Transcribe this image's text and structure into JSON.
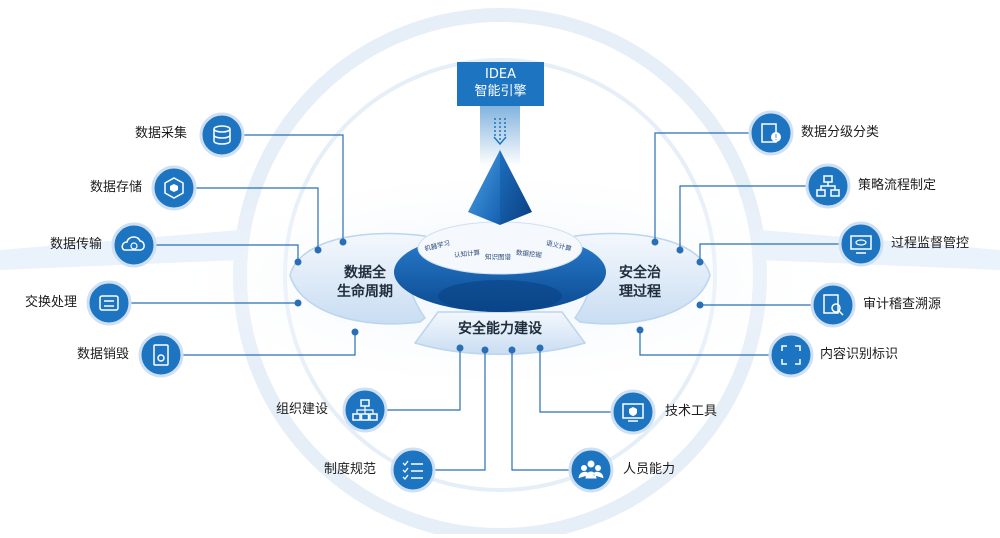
{
  "engine": {
    "line1": "IDEA",
    "line2": "智能引擎"
  },
  "ring_tags": [
    "机器学习",
    "认知计算",
    "知识图谱",
    "数据挖掘",
    "语义计算"
  ],
  "left_panel": {
    "line1": "数据全",
    "line2": "生命周期"
  },
  "right_panel": {
    "line1": "安全治",
    "line2": "理过程"
  },
  "bottom_panel": {
    "label": "安全能力建设"
  },
  "left_items": [
    {
      "label": "数据采集",
      "icon": "database-collect-icon"
    },
    {
      "label": "数据存储",
      "icon": "network-storage-icon"
    },
    {
      "label": "数据传输",
      "icon": "cloud-sync-icon"
    },
    {
      "label": "交换处理",
      "icon": "exchange-icon"
    },
    {
      "label": "数据销毁",
      "icon": "shred-icon"
    }
  ],
  "right_items": [
    {
      "label": "数据分级分类",
      "icon": "classification-icon"
    },
    {
      "label": "策略流程制定",
      "icon": "flowchart-icon"
    },
    {
      "label": "过程监督管控",
      "icon": "monitor-eye-icon"
    },
    {
      "label": "审计稽查溯源",
      "icon": "audit-search-icon"
    },
    {
      "label": "内容识别标识",
      "icon": "scan-frame-icon"
    }
  ],
  "bottom_items": [
    {
      "label": "组织建设",
      "icon": "org-chart-icon"
    },
    {
      "label": "制度规范",
      "icon": "checklist-icon"
    },
    {
      "label": "技术工具",
      "icon": "shield-screen-icon"
    },
    {
      "label": "人员能力",
      "icon": "people-icon"
    }
  ],
  "colors": {
    "primary": "#1d75c2",
    "dark": "#0e4e95",
    "light": "#dbe9f7",
    "line": "#2a6fb5"
  }
}
